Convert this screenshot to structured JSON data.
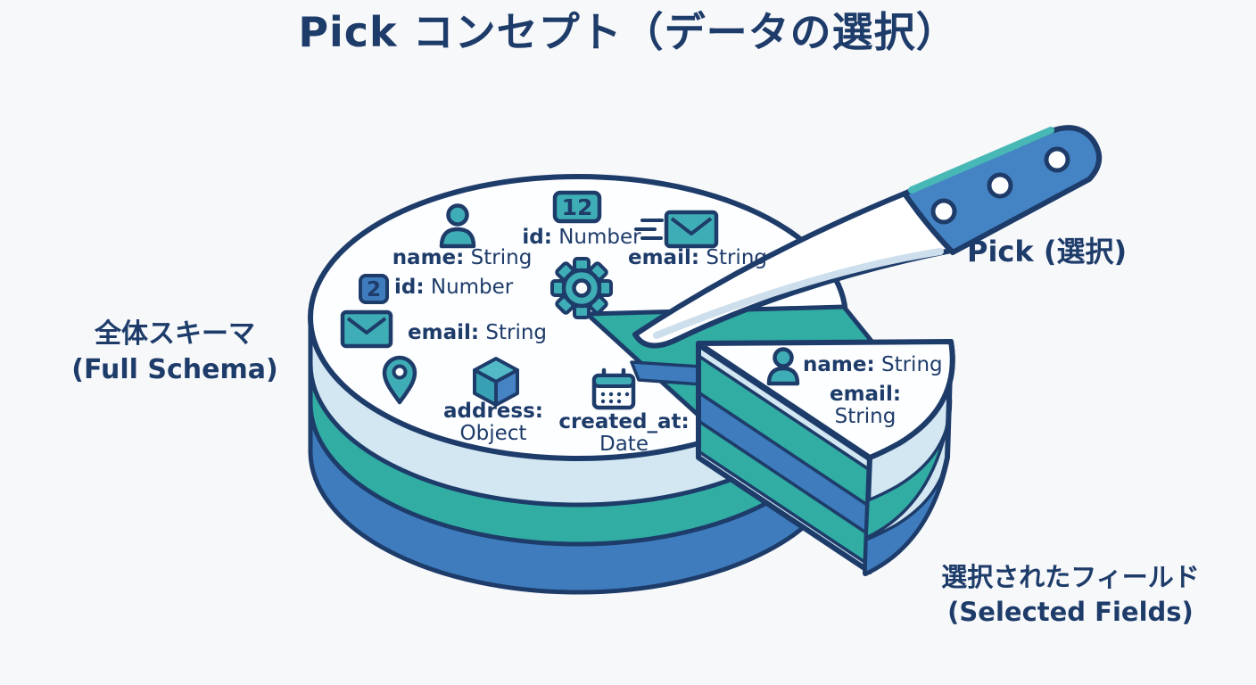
{
  "title": "Pick コンセプト（データの選択）",
  "side_labels": {
    "full_schema_jp": "全体スキーマ",
    "full_schema_en": "(Full Schema)",
    "pick": "Pick (選択)",
    "selected_jp": "選択されたフィールド",
    "selected_en": "(Selected Fields)"
  },
  "full_schema_fields": [
    {
      "key": "name:",
      "type": "String",
      "icon": "person-icon"
    },
    {
      "key": "id:",
      "type": "Number",
      "icon": "number-12-badge-icon"
    },
    {
      "key": "email:",
      "type": "String",
      "icon": "send-envelope-icon"
    },
    {
      "key": "id:",
      "type": "Number",
      "icon": "number-2-badge-icon"
    },
    {
      "key": "email:",
      "type": "String",
      "icon": "envelope-icon"
    },
    {
      "key": "address:",
      "type": "Object",
      "icon": "cube-icon"
    },
    {
      "key": "created_at:",
      "type": "Date",
      "icon": "calendar-icon"
    }
  ],
  "selected_fields": [
    {
      "key": "name:",
      "type": "String",
      "icon": "person-icon"
    },
    {
      "key": "email:",
      "type": "String",
      "icon": "none"
    }
  ],
  "badges": {
    "id_12": "12",
    "id_2": "2"
  },
  "colors": {
    "navy": "#1e3c6a",
    "teal_layer": "#31ada3",
    "teal_icon": "#3fadb5",
    "blue": "#3e7cbe",
    "blue_handle": "#4584c4",
    "pale_blue": "#d3e7f2",
    "white_top": "#fdfeff",
    "background": "#f7f8fa"
  }
}
